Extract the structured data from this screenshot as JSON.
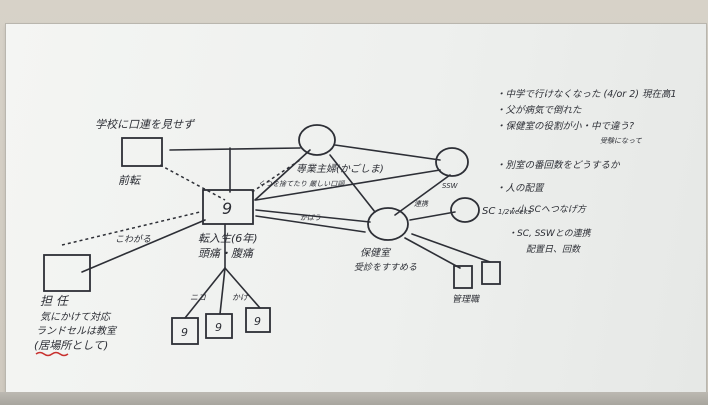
{
  "scene": {
    "description_label": "whiteboard-ecomap"
  },
  "board": {
    "center_symbol": "9",
    "top_left_note": "学校に口連を見せず",
    "transfer_school": "前転",
    "homeroom_teacher_lines": [
      "担 任",
      "気にかけて対応",
      "ランドセルは教室",
      "(居場所として)"
    ],
    "homeroom_edge_label": "こわがる",
    "student_lines": [
      "転入生(6年)",
      "頭痛・腹痛"
    ],
    "mother_label": "専業主婦(かごしま)",
    "mother_edge_label": "くつを捨てたり 厳しい口調",
    "nurse_edge_label": "かばう",
    "nurse_room_lines": [
      "保健室",
      "受診をすすめる"
    ],
    "ssw_label": "SSW",
    "sc_label": "SC",
    "sc_freq": "1/2weeks",
    "cooperation_label": "連携",
    "admin_label": "管理職",
    "sibling_left_label": "ニコ",
    "sibling_right_label": "かけ",
    "sibling_symbol": "9",
    "notes": [
      "・中学で行けなくなった (4/or 2) 現在高1",
      "・父が病気で倒れた",
      "・保健室の役割が小・中で違う?",
      "受験になって",
      "・別室の番回数をどうするか",
      "・人の配置",
      "・小 SCへつなげ方",
      "・SC, SSWとの連携",
      "配置日、回数"
    ]
  }
}
